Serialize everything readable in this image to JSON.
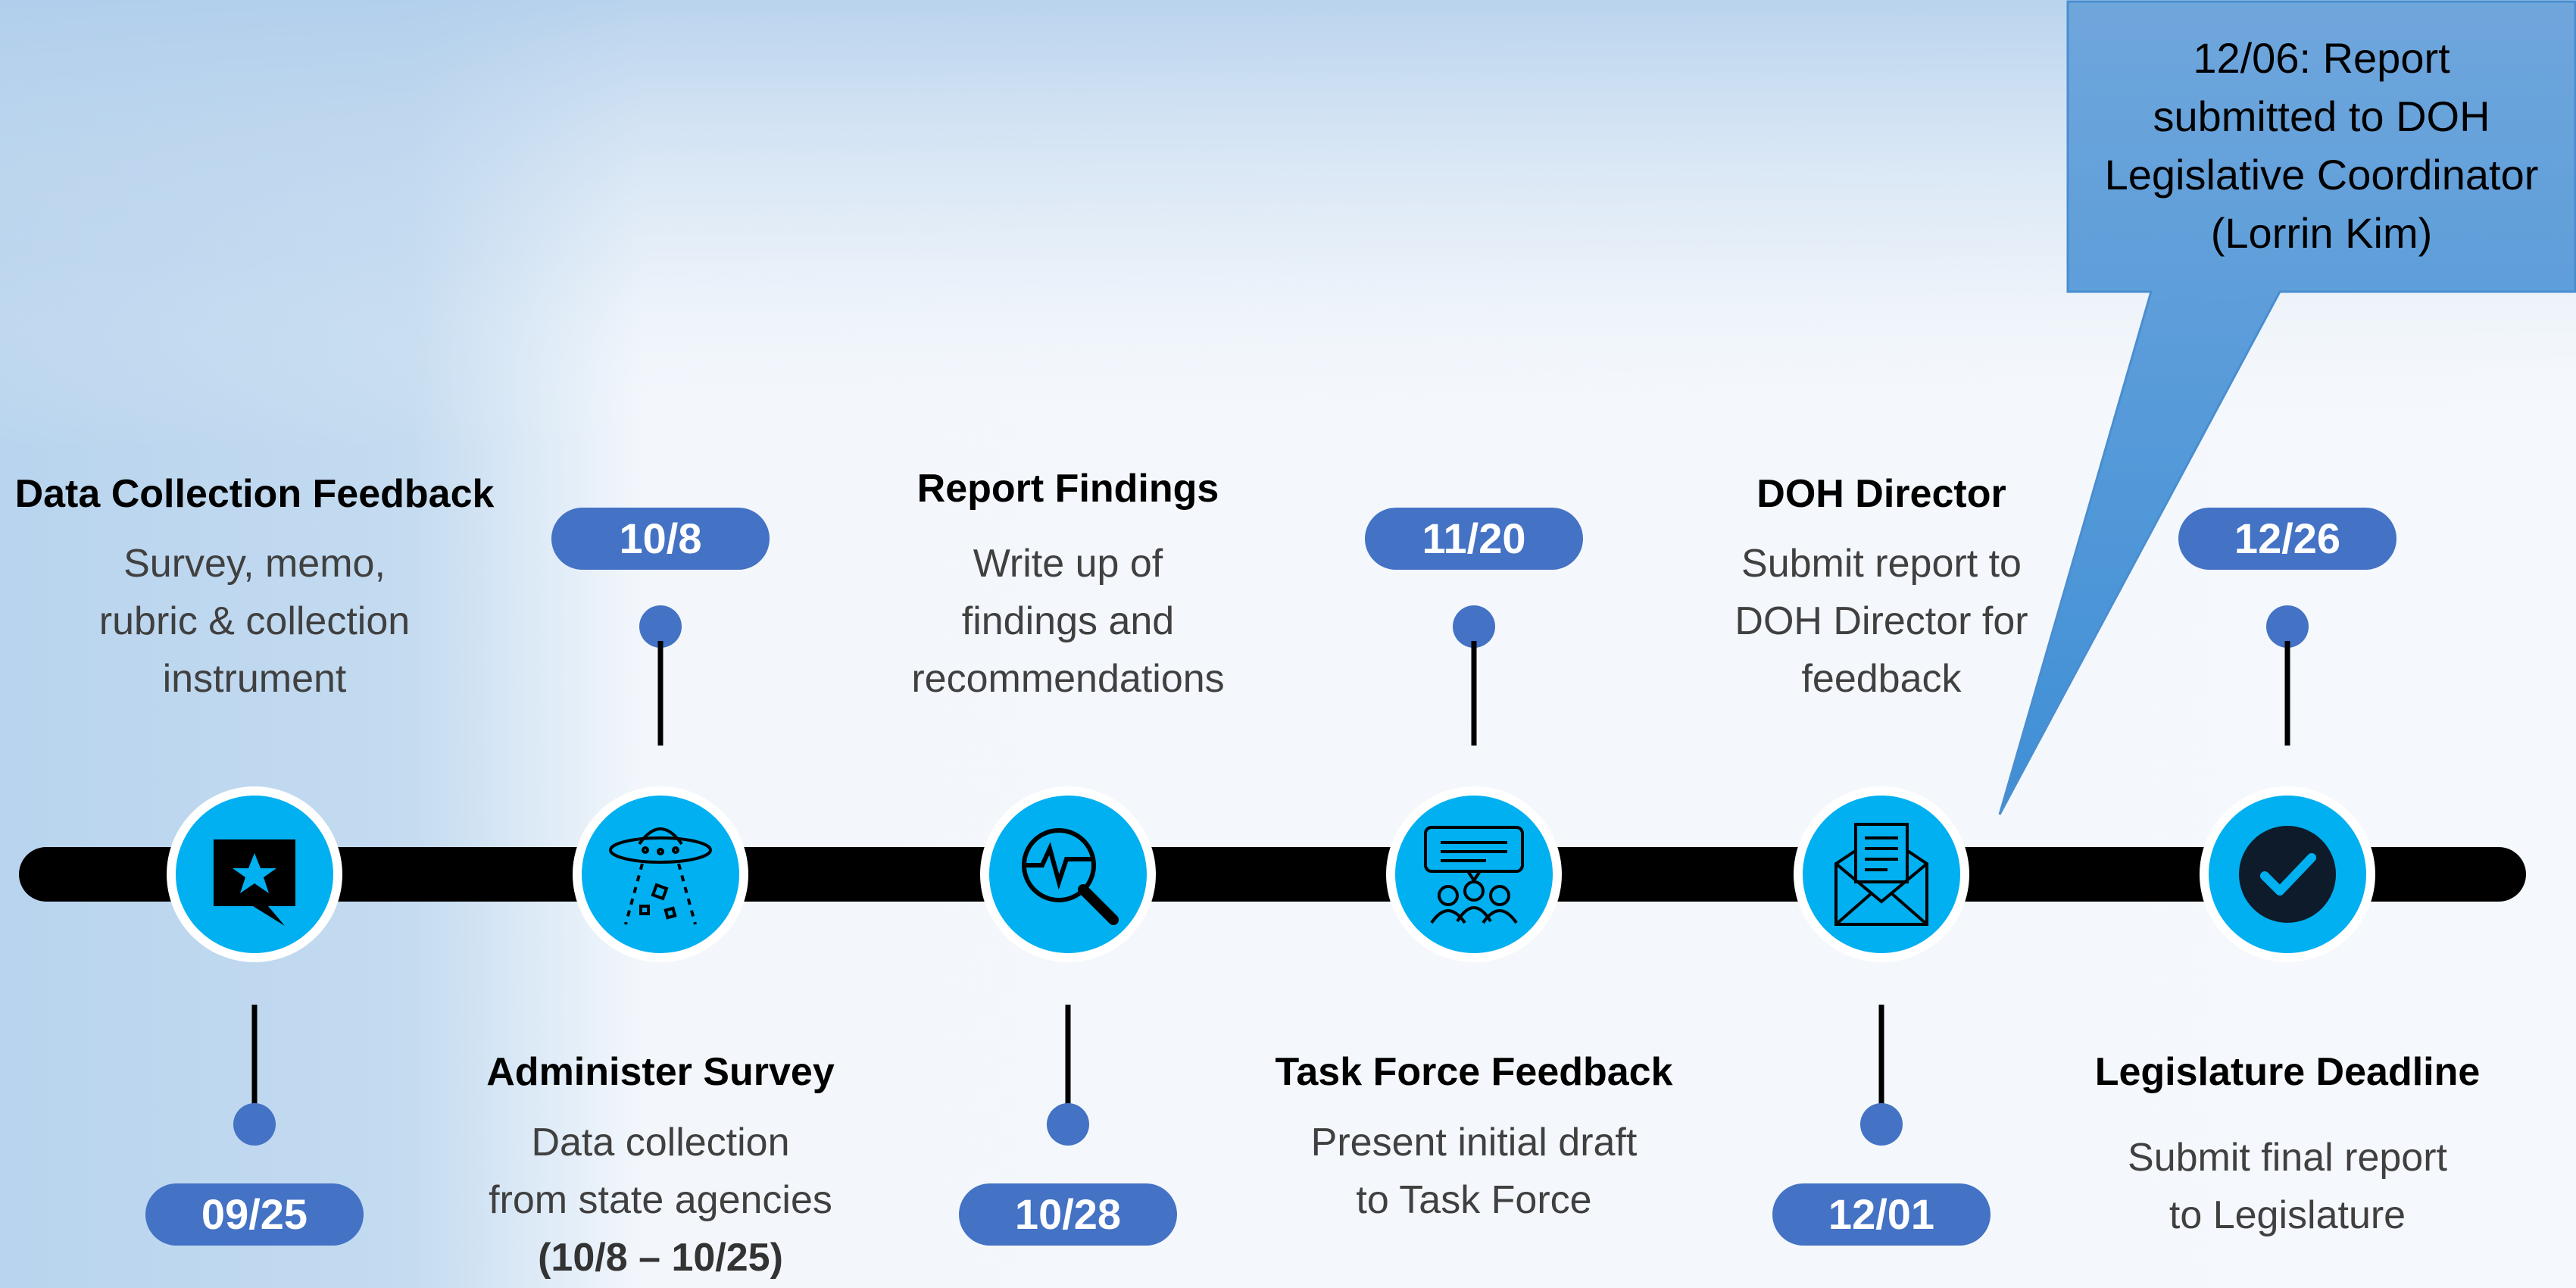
{
  "milestones": [
    {
      "date": "09/25",
      "title": "Data Collection Feedback",
      "desc": [
        "Survey, memo,",
        "rubric & collection",
        "instrument"
      ],
      "icon": "chat-star-icon"
    },
    {
      "date": "10/8",
      "title": "Administer Survey",
      "desc": [
        "Data collection",
        "from state agencies"
      ],
      "desc_bold": "(10/8 – 10/25)",
      "icon": "ufo-icon"
    },
    {
      "date": "10/28",
      "title": "Report Findings",
      "desc": [
        "Write up of",
        "findings and",
        "recommendations"
      ],
      "icon": "magnifier-chart-icon"
    },
    {
      "date": "11/20",
      "title": "Task Force Feedback",
      "desc": [
        "Present initial draft",
        "to Task Force"
      ],
      "icon": "group-presentation-icon"
    },
    {
      "date": "12/01",
      "title": "DOH Director",
      "desc": [
        "Submit report to",
        "DOH Director for",
        "feedback"
      ],
      "icon": "envelope-letter-icon"
    },
    {
      "date": "12/26",
      "title": "Legislature Deadline",
      "desc": [
        "Submit final report",
        "to Legislature"
      ],
      "icon": "checkmark-icon"
    }
  ],
  "callout": {
    "lines": [
      "12/06: Report",
      "submitted to DOH",
      "Legislative Coordinator",
      "(Lorrin Kim)"
    ]
  },
  "colors": {
    "pill": "#4472C4",
    "icon_circle": "#00B0F0",
    "callout": "#5B9BD5",
    "timeline": "#000000"
  }
}
